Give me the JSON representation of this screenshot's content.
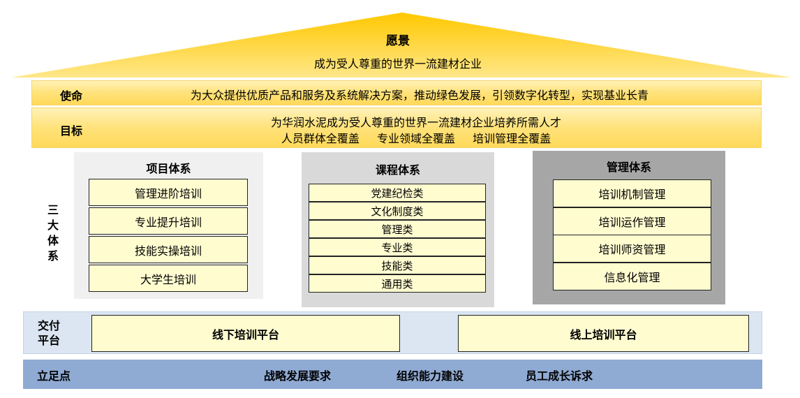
{
  "vision": {
    "title": "愿景",
    "text": "成为受人尊重的世界一流建材企业"
  },
  "mission": {
    "label": "使命",
    "text": "为大众提供优质产品和服务及系统解决方案，推动绿色发展，引领数字化转型，实现基业长青"
  },
  "goal": {
    "label": "目标",
    "line1": "为华润水泥成为受人尊重的世界一流建材企业培养所需人才",
    "line2": [
      "人员群体全覆盖",
      "专业领域全覆盖",
      "培训管理全覆盖"
    ]
  },
  "systems": {
    "label_chars": [
      "三",
      "大",
      "体",
      "系"
    ],
    "project": {
      "title": "项目体系",
      "items": [
        "管理进阶培训",
        "专业提升培训",
        "技能实操培训",
        "大学生培训"
      ]
    },
    "course": {
      "title": "课程体系",
      "items": [
        "党建纪检类",
        "文化制度类",
        "管理类",
        "专业类",
        "技能类",
        "通用类"
      ]
    },
    "management": {
      "title": "管理体系",
      "items": [
        "培训机制管理",
        "培训运作管理",
        "培训师资管理",
        "信息化管理"
      ]
    }
  },
  "delivery": {
    "label_lines": [
      "交付",
      "平台"
    ],
    "offline": "线下培训平台",
    "online": "线上培训平台"
  },
  "foothold": {
    "label": "立足点",
    "items": [
      "战略发展要求",
      "组织能力建设",
      "员工成长诉求"
    ]
  },
  "colors": {
    "roof_top": "#ffd000",
    "roof_bottom": "#ffe680",
    "band_yellow": "#ffe27a",
    "item_fill": "#fffdd0",
    "delivery_bg": "#dce6f2",
    "foothold_bg": "#8faad3"
  }
}
